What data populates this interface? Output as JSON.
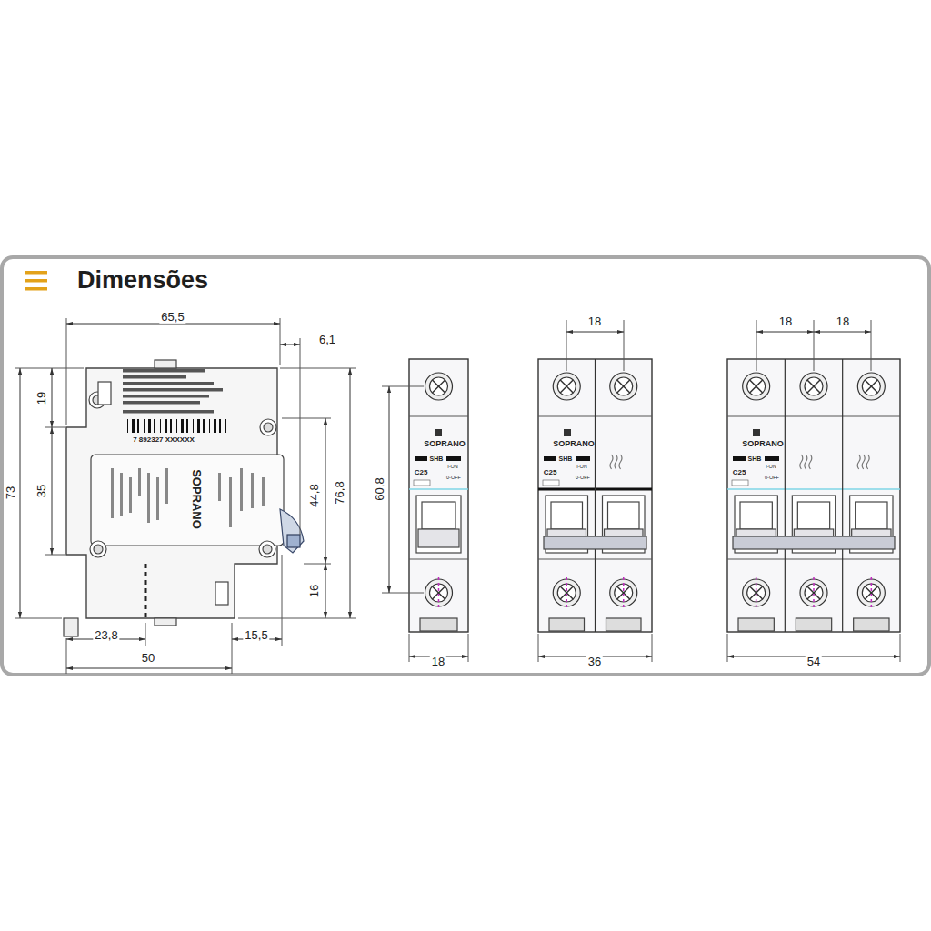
{
  "diagram": {
    "title": "Dimensões",
    "labels": [
      "65,5",
      "6,1",
      "19",
      "35",
      "73",
      "44,8",
      "76,8",
      "16",
      "23,8",
      "15,5",
      "50",
      "SOPRANO",
      "7 892327 XXXXXX",
      "60,8",
      "18",
      "SOPRANO",
      "SHB",
      "C25",
      "I-ON",
      "0-OFF",
      "18",
      "36",
      "SOPRANO",
      "SHB",
      "C25",
      "I-ON",
      "0-OFF",
      "18",
      "18",
      "54",
      "SOPRANO",
      "SHB",
      "C25",
      "I-ON",
      "0-OFF"
    ]
  }
}
